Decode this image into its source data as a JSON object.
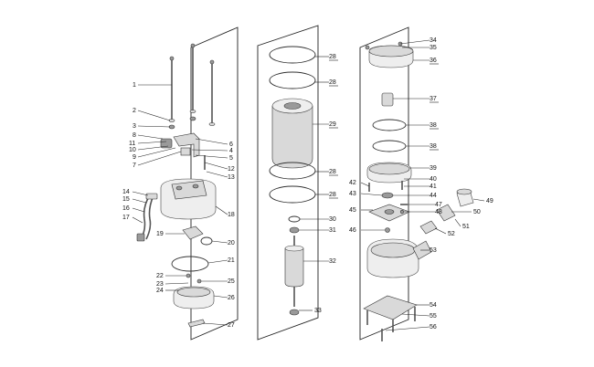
{
  "labels": [
    {
      "id": "1",
      "text": "1"
    },
    {
      "id": "2",
      "text": "2"
    },
    {
      "id": "3",
      "text": "3"
    },
    {
      "id": "8",
      "text": "8"
    },
    {
      "id": "11",
      "text": "11"
    },
    {
      "id": "10",
      "text": "10"
    },
    {
      "id": "9",
      "text": "9"
    },
    {
      "id": "7",
      "text": "7"
    },
    {
      "id": "6",
      "text": "6"
    },
    {
      "id": "4",
      "text": "4"
    },
    {
      "id": "5",
      "text": "5"
    },
    {
      "id": "12",
      "text": "12"
    },
    {
      "id": "13",
      "text": "13"
    },
    {
      "id": "14",
      "text": "14"
    },
    {
      "id": "15",
      "text": "15"
    },
    {
      "id": "16",
      "text": "16"
    },
    {
      "id": "17",
      "text": "17"
    },
    {
      "id": "18",
      "text": "18"
    },
    {
      "id": "19",
      "text": "19"
    },
    {
      "id": "20",
      "text": "20"
    },
    {
      "id": "21",
      "text": "21"
    },
    {
      "id": "22",
      "text": "22"
    },
    {
      "id": "23",
      "text": "23"
    },
    {
      "id": "24",
      "text": "24"
    },
    {
      "id": "25",
      "text": "25"
    },
    {
      "id": "26",
      "text": "26"
    },
    {
      "id": "27",
      "text": "27"
    },
    {
      "id": "28a",
      "text": "28"
    },
    {
      "id": "28b",
      "text": "28"
    },
    {
      "id": "29",
      "text": "29"
    },
    {
      "id": "28c",
      "text": "28"
    },
    {
      "id": "28d",
      "text": "28"
    },
    {
      "id": "30",
      "text": "30"
    },
    {
      "id": "31",
      "text": "31"
    },
    {
      "id": "32",
      "text": "32"
    },
    {
      "id": "33",
      "text": "33"
    },
    {
      "id": "34",
      "text": "34"
    },
    {
      "id": "35",
      "text": "35"
    },
    {
      "id": "36",
      "text": "36"
    },
    {
      "id": "37",
      "text": "37"
    },
    {
      "id": "38a",
      "text": "38"
    },
    {
      "id": "38b",
      "text": "38"
    },
    {
      "id": "39",
      "text": "39"
    },
    {
      "id": "42",
      "text": "42"
    },
    {
      "id": "40",
      "text": "40"
    },
    {
      "id": "41",
      "text": "41"
    },
    {
      "id": "43",
      "text": "43"
    },
    {
      "id": "44",
      "text": "44"
    },
    {
      "id": "47",
      "text": "47"
    },
    {
      "id": "48",
      "text": "48"
    },
    {
      "id": "45",
      "text": "45"
    },
    {
      "id": "49",
      "text": "49"
    },
    {
      "id": "50",
      "text": "50"
    },
    {
      "id": "46",
      "text": "46"
    },
    {
      "id": "51",
      "text": "51"
    },
    {
      "id": "52",
      "text": "52"
    },
    {
      "id": "53",
      "text": "53"
    },
    {
      "id": "54",
      "text": "54"
    },
    {
      "id": "55",
      "text": "55"
    },
    {
      "id": "56",
      "text": "56"
    }
  ]
}
